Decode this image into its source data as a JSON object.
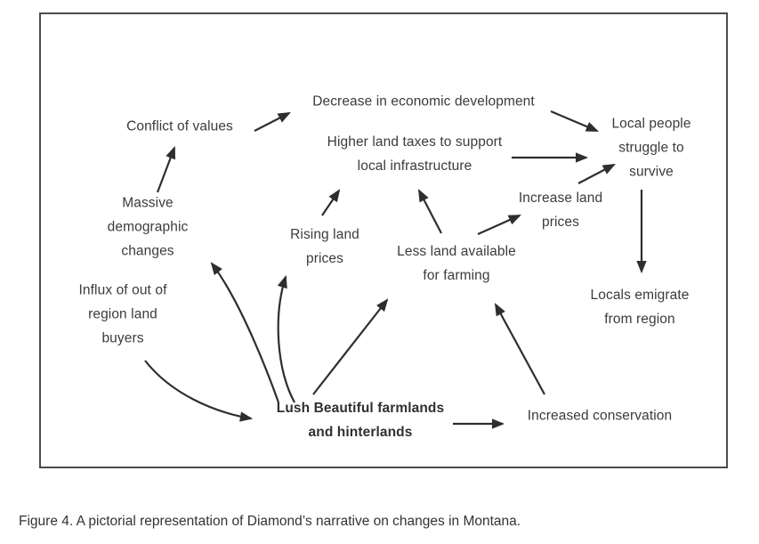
{
  "figure": {
    "caption": "Figure 4. A pictorial representation of Diamond’s narrative on changes in Montana."
  },
  "diagram": {
    "nodes": {
      "conflict": {
        "label": "Conflict of values"
      },
      "decrease": {
        "label": "Decrease in economic development"
      },
      "higher_taxes": {
        "label": "Higher land taxes to support\nlocal infrastructure"
      },
      "local_people": {
        "label": "Local people\nstruggle to\nsurvive"
      },
      "massive": {
        "label": "Massive\ndemographic\nchanges"
      },
      "influx": {
        "label": "Influx of out of\nregion land\nbuyers"
      },
      "rising": {
        "label": "Rising land\nprices"
      },
      "less_land": {
        "label": "Less land available\nfor farming"
      },
      "increase": {
        "label": "Increase land\nprices"
      },
      "emigrate": {
        "label": "Locals emigrate\nfrom region"
      },
      "lush": {
        "label": "Lush Beautiful farmlands\nand hinterlands"
      },
      "conservation": {
        "label": "Increased conservation"
      }
    },
    "edges": [
      {
        "from": "Conflict of values",
        "to": "Decrease in economic development"
      },
      {
        "from": "Decrease in economic development",
        "to": "Local people struggle to survive"
      },
      {
        "from": "Higher land taxes to support local infrastructure",
        "to": "Local people struggle to survive"
      },
      {
        "from": "Increase land prices",
        "to": "Local people struggle to survive"
      },
      {
        "from": "Local people struggle to survive",
        "to": "Locals emigrate from region"
      },
      {
        "from": "Less land available for farming",
        "to": "Higher land taxes to support local infrastructure"
      },
      {
        "from": "Less land available for farming",
        "to": "Increase land prices"
      },
      {
        "from": "Rising land prices",
        "to": "Higher land taxes to support local infrastructure"
      },
      {
        "from": "Massive demographic changes",
        "to": "Conflict of values"
      },
      {
        "from": "Lush Beautiful farmlands and hinterlands",
        "to": "Massive demographic changes"
      },
      {
        "from": "Lush Beautiful farmlands and hinterlands",
        "to": "Rising land prices"
      },
      {
        "from": "Lush Beautiful farmlands and hinterlands",
        "to": "Less land available for farming"
      },
      {
        "from": "Lush Beautiful farmlands and hinterlands",
        "to": "Increased conservation"
      },
      {
        "from": "Influx of out of region land buyers",
        "to": "Lush Beautiful farmlands and hinterlands"
      },
      {
        "from": "Increased conservation",
        "to": "Less land available for farming"
      }
    ]
  }
}
